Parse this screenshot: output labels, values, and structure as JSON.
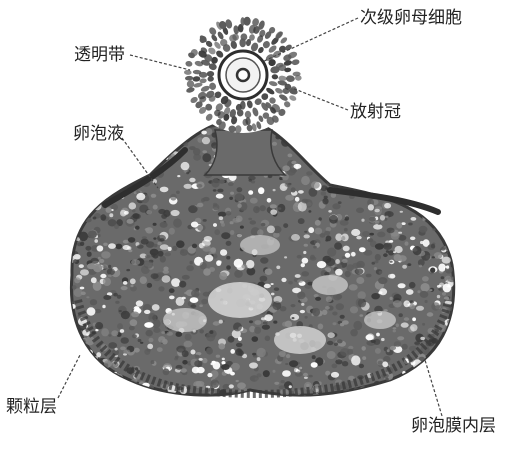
{
  "figure": {
    "labels": {
      "secondary_oocyte": "次级卵母细胞",
      "zona_pellucida": "透明带",
      "corona_radiata": "放射冠",
      "follicular_fluid": "卵泡液",
      "granulosa_layer": "颗粒层",
      "theca_interna": "卵泡膜内层"
    }
  },
  "colors": {
    "cell_dark": "#3a3a3a",
    "cell_mid": "#5a5a5a",
    "cell_light": "#8a8a8a",
    "background": "#ffffff",
    "line": "#444444"
  }
}
